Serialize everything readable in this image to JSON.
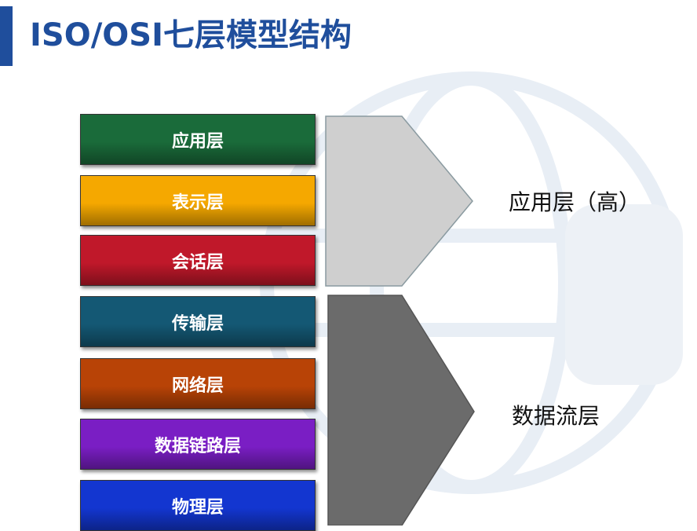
{
  "slide": {
    "title": "ISO/OSI七层模型结构"
  },
  "layers": [
    {
      "label": "应用层",
      "color": "#1a6b3a"
    },
    {
      "label": "表示层",
      "color": "#f5a800"
    },
    {
      "label": "会话层",
      "color": "#c0182a"
    },
    {
      "label": "传输层",
      "color": "#145874"
    },
    {
      "label": "网络层",
      "color": "#b84306"
    },
    {
      "label": "数据链路层",
      "color": "#7a1ec4"
    },
    {
      "label": "物理层",
      "color": "#1336d0"
    }
  ],
  "groups": [
    {
      "label": "应用层（高）",
      "color": "#cfcfcf"
    },
    {
      "label": "数据流层",
      "color": "#6b6b6b"
    }
  ]
}
